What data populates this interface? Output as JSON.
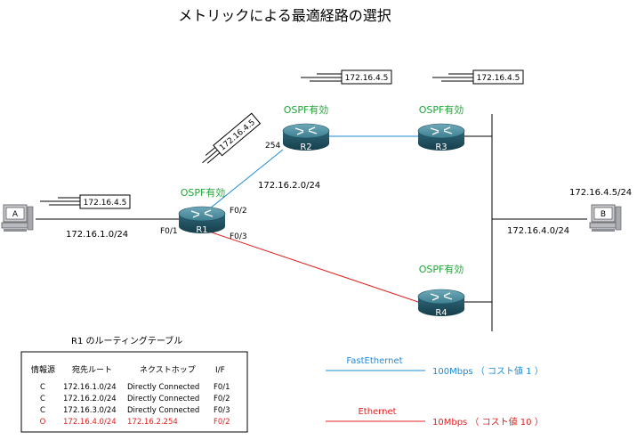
{
  "title": "メトリックによる最適経路の選択",
  "packets": [
    {
      "id": "pkt-a",
      "label": "172.16.4.5"
    },
    {
      "id": "pkt-r1r2",
      "label": "172.16.4.5"
    },
    {
      "id": "pkt-r2",
      "label": "172.16.4.5"
    },
    {
      "id": "pkt-r3",
      "label": "172.16.4.5"
    }
  ],
  "routers": [
    {
      "name": "R1",
      "ospf_label": "OSPF有効"
    },
    {
      "name": "R2",
      "ospf_label": "OSPF有効"
    },
    {
      "name": "R3",
      "ospf_label": "OSPF有効"
    },
    {
      "name": "R4",
      "ospf_label": "OSPF有効"
    }
  ],
  "hosts": {
    "A": {
      "label": "A"
    },
    "B": {
      "label": "B",
      "address": "172.16.4.5/24"
    }
  },
  "networks": {
    "net1": "172.16.1.0/24",
    "net2": "172.16.2.0/24",
    "net4": "172.16.4.0/24"
  },
  "interfaces": {
    "r1_f01": "F0/1",
    "r1_f02": "F0/2",
    "r1_f03": "F0/3",
    "r2_254": "254"
  },
  "routing_table": {
    "caption": "R1 のルーティングテーブル",
    "headers": [
      "情報源",
      "宛先ルート",
      "ネクストホップ",
      "I/F"
    ],
    "rows": [
      {
        "src": "C",
        "dest": "172.16.1.0/24",
        "hop": "Directly Connected",
        "ifc": "F0/1",
        "highlight": false
      },
      {
        "src": "C",
        "dest": "172.16.2.0/24",
        "hop": "Directly Connected",
        "ifc": "F0/2",
        "highlight": false
      },
      {
        "src": "C",
        "dest": "172.16.3.0/24",
        "hop": "Directly Connected",
        "ifc": "F0/3",
        "highlight": false
      },
      {
        "src": "O",
        "dest": "172.16.4.0/24",
        "hop": "172.16.2.254",
        "ifc": "F0/2",
        "highlight": true
      }
    ]
  },
  "legend": {
    "fast": {
      "name": "FastEthernet",
      "desc": "100Mbps （ コスト値 1 ）",
      "color": "#1e8ad6"
    },
    "eth": {
      "name": "Ethernet",
      "desc": "10Mbps （ コスト値 10 ）",
      "color": "#e02020"
    }
  },
  "colors": {
    "ospf_text": "#22a63a",
    "fast_link": "#1e8ad6",
    "eth_link": "#e02020",
    "highlight_row": "#e02020",
    "router_body": "#2e6e80"
  }
}
